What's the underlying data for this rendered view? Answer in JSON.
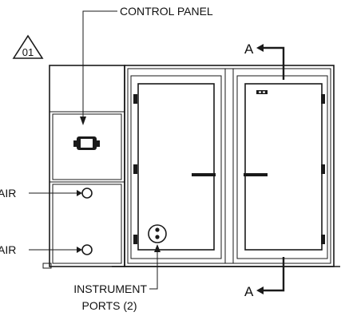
{
  "revision_tag": "01",
  "labels": {
    "control_panel": "CONTROL PANEL",
    "instrument_ports_line1": "INSTRUMENT",
    "instrument_ports_line2": "PORTS (2)",
    "air_upper": "AIR",
    "air_lower": "AIR",
    "section_top": "A",
    "section_bottom": "A"
  }
}
